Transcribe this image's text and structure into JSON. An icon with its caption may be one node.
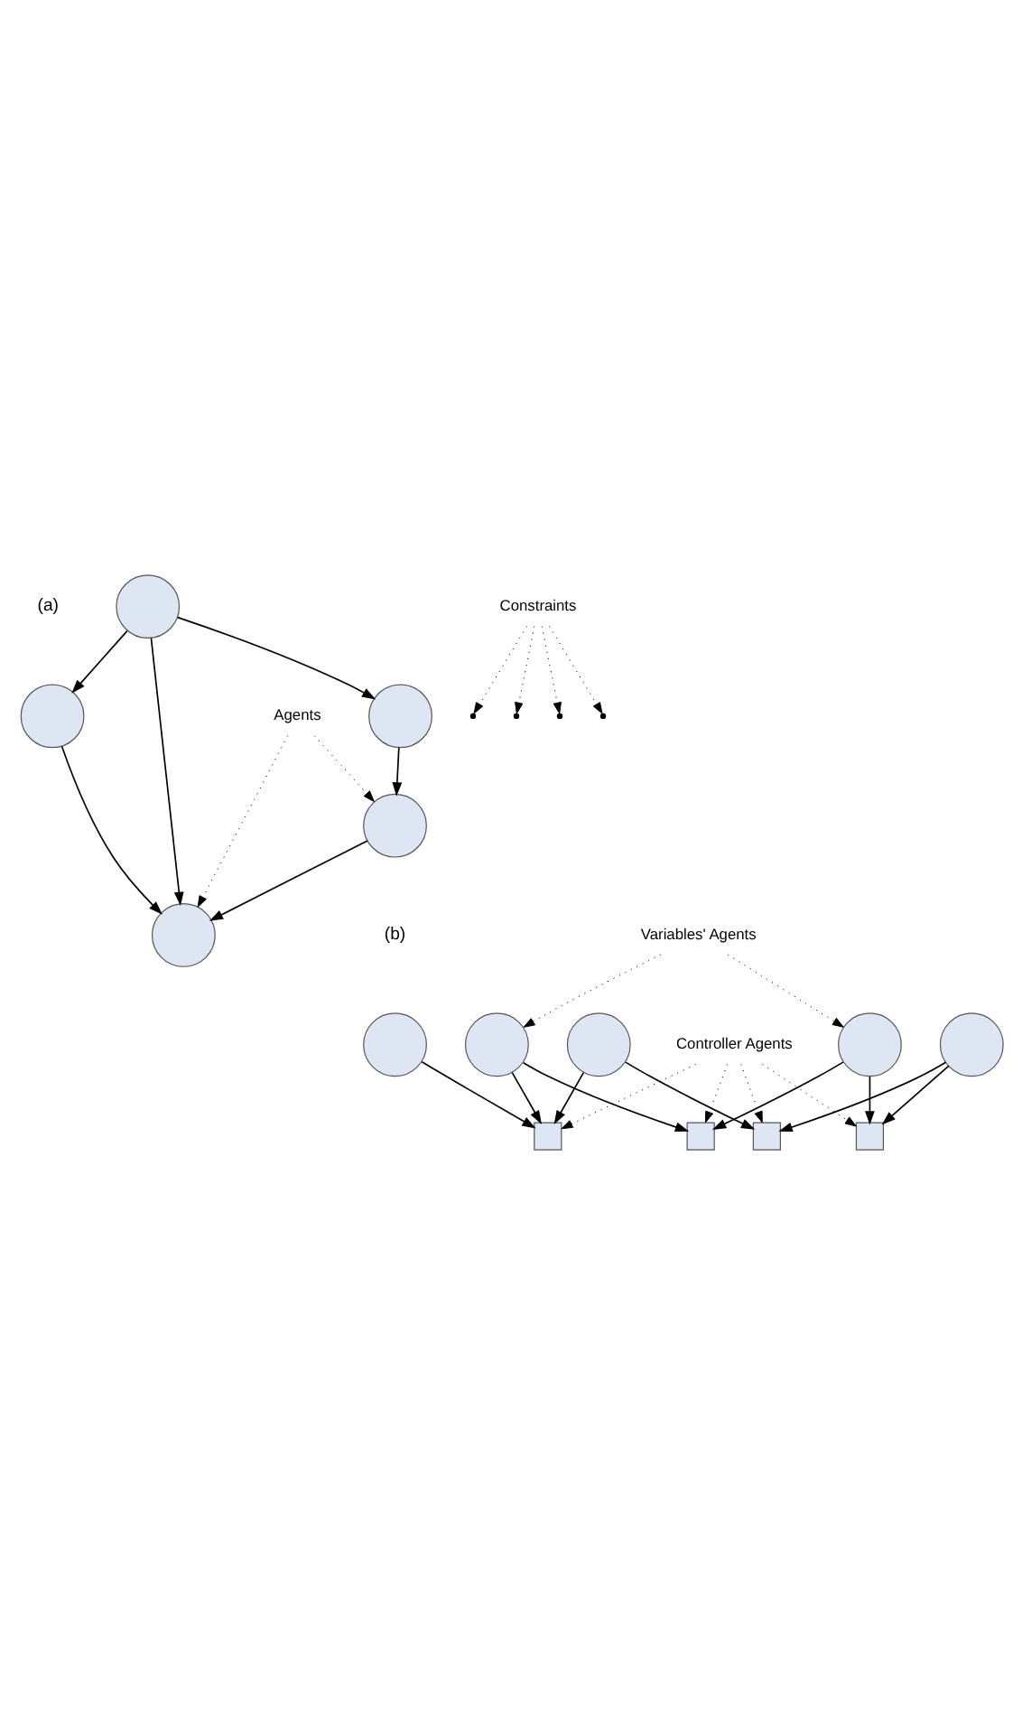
{
  "diagram": {
    "nodes": [
      {
        "text": [],
        "shape": "circle"
      },
      {
        "text": [],
        "shape": "circle"
      },
      {
        "text": [],
        "shape": "circle"
      },
      {
        "text": [
          "Constraints"
        ]
      },
      {
        "text": [],
        "shape": "circle"
      },
      {
        "text": [],
        "shape": "circle"
      },
      {
        "text": [
          "Agents"
        ]
      },
      {
        "text": [],
        "shape": "circle"
      },
      {
        "text": [],
        "shape": "box"
      },
      {
        "text": [],
        "shape": "circle"
      },
      {
        "text": [],
        "shape": "circle"
      },
      {
        "text": [],
        "shape": "box"
      },
      {
        "text": [
          "Controller Agents"
        ]
      },
      {
        "text": [],
        "shape": "box"
      },
      {
        "text": [],
        "shape": "circle"
      },
      {
        "text": [],
        "shape": "box"
      },
      {
        "text": [],
        "shape": "circle"
      },
      {
        "text": [
          "Variables' Agents"
        ]
      }
    ],
    "edges": [
      {
        "from": 2,
        "to": 0,
        "arrow": "to"
      },
      {
        "from": 0,
        "to": 1,
        "arrow": "to"
      },
      {
        "from": 2,
        "to": 1,
        "arrow": "to"
      },
      {
        "from": 4,
        "to": 1,
        "arrow": "to"
      },
      {
        "from": 2,
        "to": 5,
        "arrow": "to"
      },
      {
        "from": 5,
        "to": 4,
        "arrow": "to"
      },
      {
        "from": 3,
        "to": null,
        "arrow": "to",
        "style": "dashed"
      },
      {
        "from": 3,
        "to": null,
        "arrow": "to",
        "style": "dashed"
      },
      {
        "from": 3,
        "to": null,
        "arrow": "to",
        "style": "dashed"
      },
      {
        "from": 3,
        "to": null,
        "arrow": "to",
        "style": "dashed"
      },
      {
        "from": 6,
        "to": 1,
        "arrow": "to",
        "style": "dashed"
      },
      {
        "from": 6,
        "to": 4,
        "arrow": "to",
        "style": "dashed"
      },
      {
        "from": 7,
        "to": 8,
        "arrow": "to"
      },
      {
        "from": 9,
        "to": 8,
        "arrow": "to"
      },
      {
        "from": 10,
        "to": 8,
        "arrow": "to"
      },
      {
        "from": 9,
        "to": 11,
        "arrow": "to"
      },
      {
        "from": 14,
        "to": 11,
        "arrow": "to"
      },
      {
        "from": 10,
        "to": 13,
        "arrow": "to"
      },
      {
        "from": 16,
        "to": 13,
        "arrow": "to"
      },
      {
        "from": 14,
        "to": 15,
        "arrow": "to"
      },
      {
        "from": 16,
        "to": 15,
        "arrow": "to"
      },
      {
        "from": 12,
        "to": 8,
        "arrow": "to",
        "style": "dashed"
      },
      {
        "from": 12,
        "to": 11,
        "arrow": "to",
        "style": "dashed"
      },
      {
        "from": 12,
        "to": 13,
        "arrow": "to",
        "style": "dashed"
      },
      {
        "from": 12,
        "to": 15,
        "arrow": "to",
        "style": "dashed"
      },
      {
        "from": 17,
        "to": 9,
        "arrow": "to",
        "style": "dashed"
      },
      {
        "from": 17,
        "to": 14,
        "arrow": "to",
        "style": "dashed"
      }
    ],
    "labels": [
      "(a)",
      "(b)"
    ]
  }
}
